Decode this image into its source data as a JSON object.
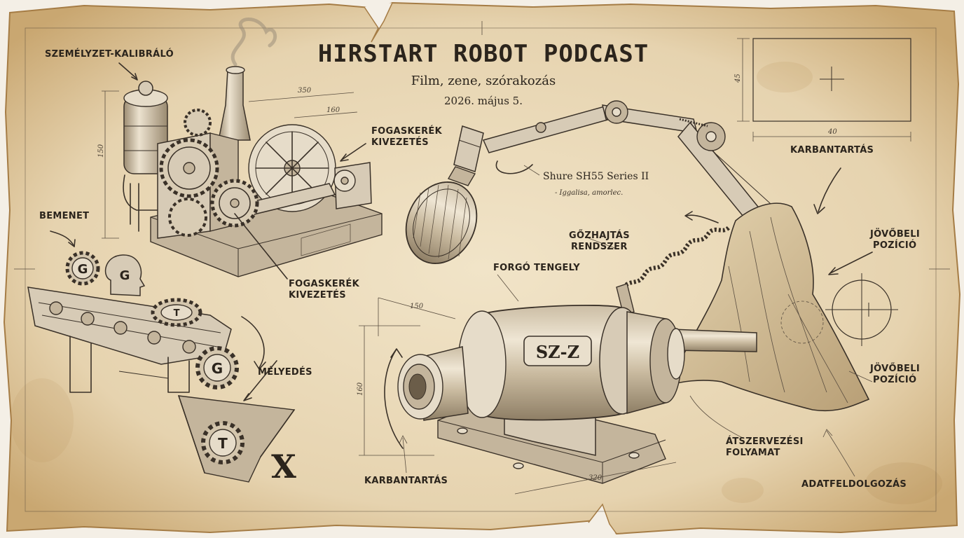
{
  "header": {
    "title": "HIRSTART ROBOT PODCAST",
    "subtitle": "Film, zene, szórakozás",
    "date": "2026. május 5."
  },
  "microphone": {
    "model": "Shure SH55 Series II",
    "note": "- Iggalisa, amorlec."
  },
  "engine_badge": "SZ-Z",
  "sorting": {
    "gear_letters": [
      "G",
      "G",
      "T",
      "G",
      "T"
    ],
    "reject_mark": "X"
  },
  "labels": {
    "szemelyzet_kalibralo": "SZEMÉLYZET-KALIBRÁLÓ",
    "fogaskerek_top_1": "FOGASKERÉK",
    "fogaskerek_top_2": "KIVEZETÉS",
    "fogaskerek_mid_1": "FOGASKERÉK",
    "fogaskerek_mid_2": "KIVEZETÉS",
    "bemenet": "BEMENET",
    "melyedes": "MÉLYEDÉS",
    "gozhajtas_1": "GŐZHAJTÁS",
    "gozhajtas_2": "RENDSZER",
    "forgo_tengely": "FORGÓ TENGELY",
    "karbantartas_top": "KARBANTARTÁS",
    "karbantartas_bottom": "KARBANTARTÁS",
    "jovobeli_1a": "JÖVŐBELI",
    "jovobeli_1b": "POZÍCIÓ",
    "jovobeli_2a": "JÖVŐBELI",
    "jovobeli_2b": "POZÍCIÓ",
    "atszervezesi_1": "ÁTSZERVEZÉSI",
    "atszervezesi_2": "FOLYAMAT",
    "adatfeldolgozas": "ADATFELDOLGOZÁS"
  },
  "dimensions": {
    "d350": "350",
    "d160_top": "160",
    "d150_left": "150",
    "d150_front": "150",
    "d160_side": "160",
    "d320": "320",
    "d45": "45",
    "d40": "40"
  },
  "colors": {
    "paper": "#eadbbe",
    "paper_edge": "#b98f55",
    "ink": "#2b241c"
  }
}
